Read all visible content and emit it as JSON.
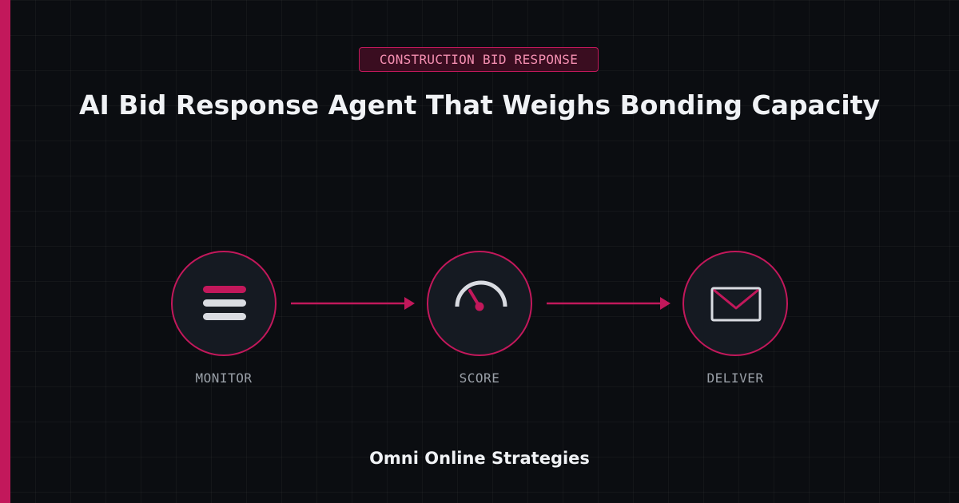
{
  "badge": {
    "text": "CONSTRUCTION BID RESPONSE"
  },
  "headline": {
    "text": "AI Bid Response Agent That Weighs Bonding Capacity"
  },
  "steps": [
    {
      "label": "MONITOR",
      "icon": "list-icon"
    },
    {
      "label": "SCORE",
      "icon": "gauge-icon"
    },
    {
      "label": "DELIVER",
      "icon": "envelope-icon"
    }
  ],
  "footer": {
    "brand": "Omni Online Strategies"
  },
  "colors": {
    "accent": "#c2185b",
    "background": "#0b0d11",
    "circle_fill": "#151a22",
    "badge_text": "#f48fb1",
    "text": "#f0f2f5",
    "muted": "#9aa0a8"
  }
}
